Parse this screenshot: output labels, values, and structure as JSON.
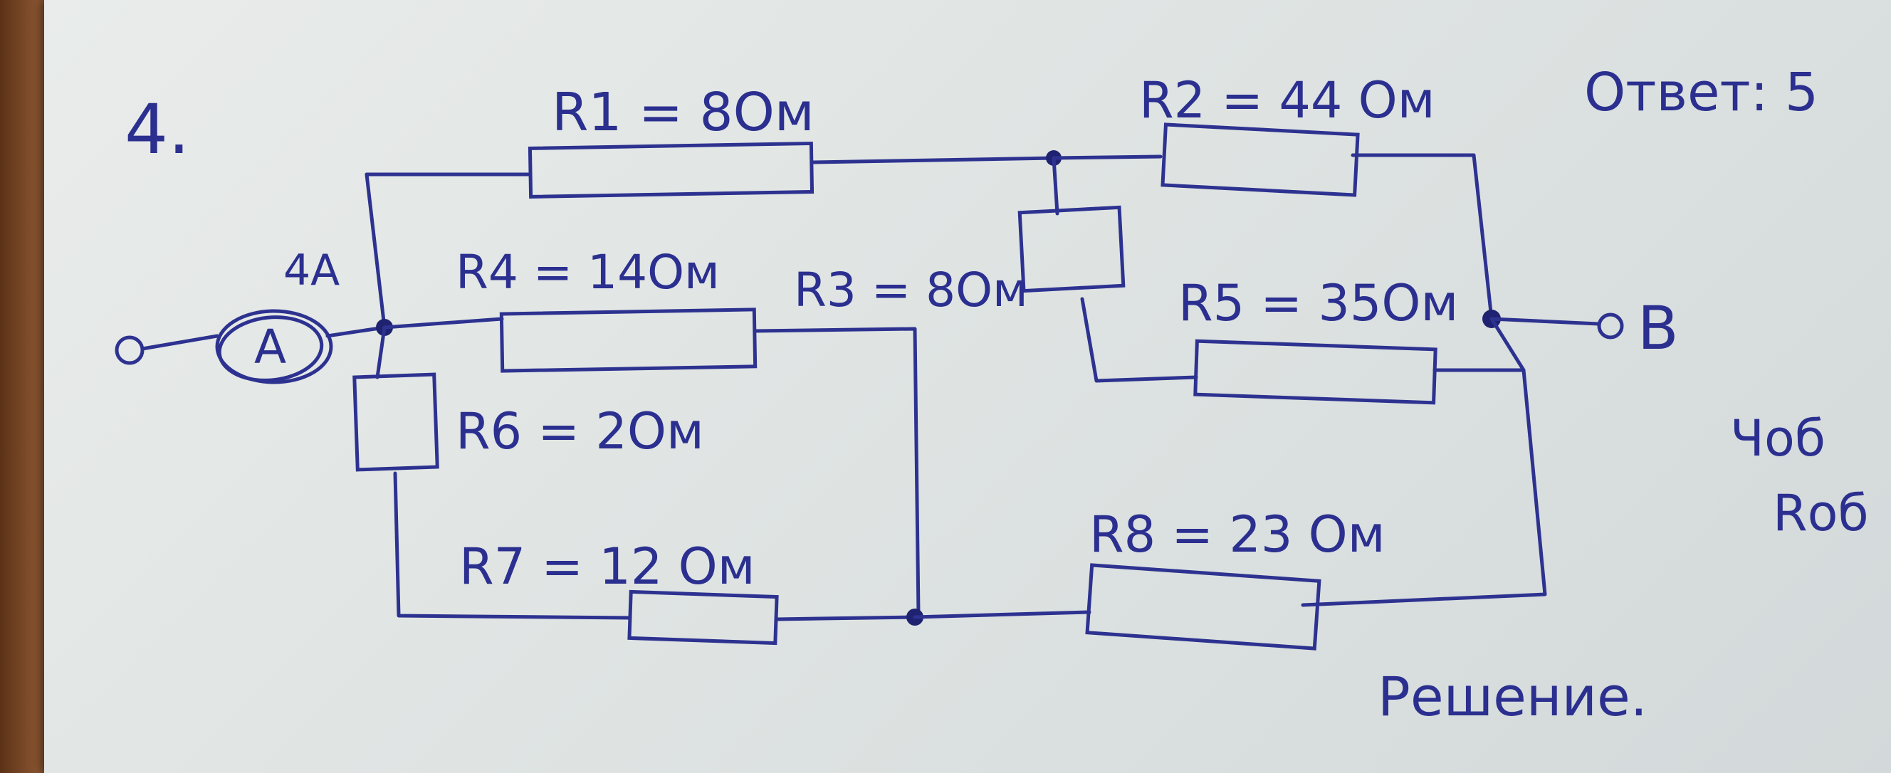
{
  "problem_number": "4.",
  "current_label": "4A",
  "ammeter_symbol": "A",
  "terminal_b_label": "B",
  "resistors": {
    "r1": "R1 = 8Ом",
    "r2": "R2 = 44 Ом",
    "r3": "R3 = 8Ом",
    "r4": "R4 = 14Ом",
    "r5": "R5 = 35Ом",
    "r6": "R6 = 2Ом",
    "r7": "R7 = 12 Ом",
    "r8": "R8 = 23 Ом"
  },
  "margin_notes": {
    "answer": "Ответ: 5",
    "line_2": "Чоб",
    "line_3": "Rоб"
  },
  "solution_label": "Решение.",
  "colors": {
    "ink": "#2b2f8f",
    "paper": "#e2e6e5",
    "desk": "#7a4a2a"
  }
}
